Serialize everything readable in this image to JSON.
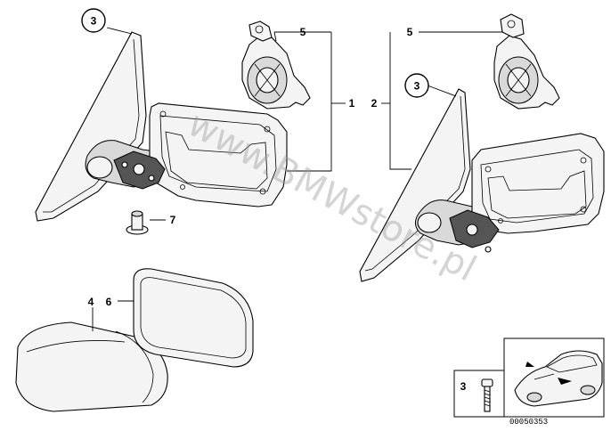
{
  "watermark": "www.BMWstore.pl",
  "callouts": {
    "left_mirror_glass": "3",
    "left_actuator": "5",
    "bracket_left_ref": "1",
    "screw_cap": "7",
    "cover_cap": "4",
    "trim_frame": "6",
    "right_bracket_ref": "2",
    "right_actuator": "5",
    "right_mirror_glass": "3",
    "inset_screw": "3"
  },
  "inset": {
    "diagram_number": "00050353"
  }
}
